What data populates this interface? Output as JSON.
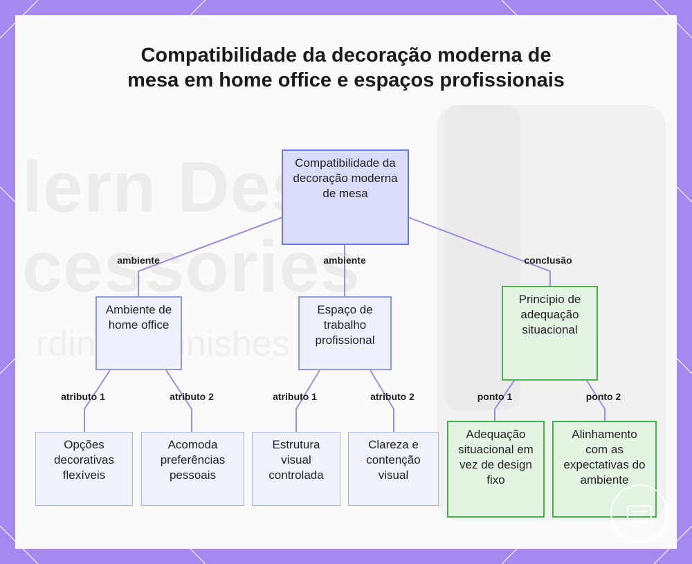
{
  "title": "Compatibilidade da decoração moderna de mesa em home office e espaços profissionais",
  "background_text": [
    "lern Desk",
    "cessories",
    "rdinary Finishes"
  ],
  "colors": {
    "frame": "#a48af0",
    "root_fill": "#d9dcfb",
    "blue_fill": "#eef1fd",
    "green_fill": "#e3f5e2",
    "green_border": "#4caf50",
    "edge": "#a28ae0"
  },
  "nodes": {
    "root": "Compatibilidade da decoração moderna de mesa",
    "home": "Ambiente de home office",
    "work": "Espaço de trabalho profissional",
    "principle": "Princípio de adequação situacional",
    "home_a1": "Opções decorativas flexíveis",
    "home_a2": "Acomoda preferências pessoais",
    "work_a1": "Estrutura visual controlada",
    "work_a2": "Clareza e contenção visual",
    "principle_p1": "Adequação situacional em vez de design fixo",
    "principle_p2": "Alinhamento com as expectativas do ambiente"
  },
  "edge_labels": {
    "root_home": "ambiente",
    "root_work": "ambiente",
    "root_principle": "conclusão",
    "home_a1": "atributo 1",
    "home_a2": "atributo 2",
    "work_a1": "atributo 1",
    "work_a2": "atributo 2",
    "principle_p1": "ponto 1",
    "principle_p2": "ponto 2"
  },
  "watermark_icon": "logo-badge-icon"
}
